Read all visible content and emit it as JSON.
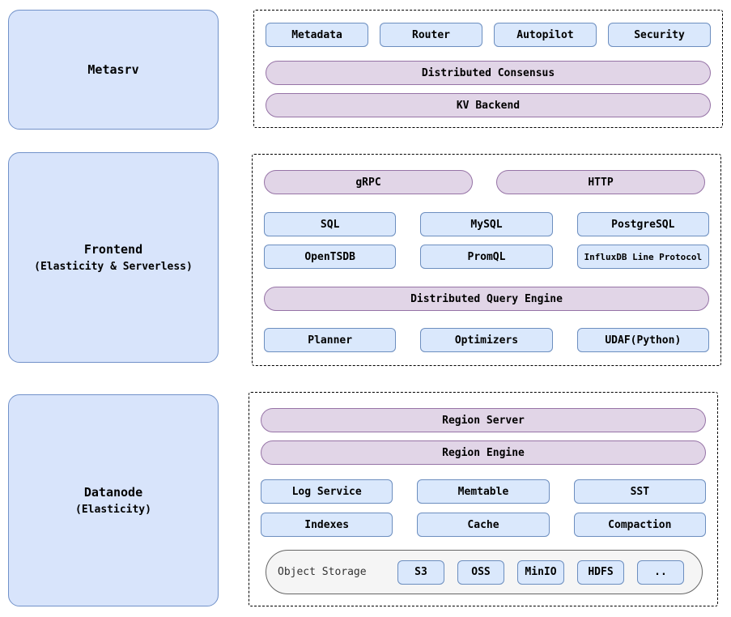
{
  "metasrv": {
    "label": "Metasrv",
    "components": [
      "Metadata",
      "Router",
      "Autopilot",
      "Security"
    ],
    "layers": [
      "Distributed Consensus",
      "KV Backend"
    ]
  },
  "frontend": {
    "label": "Frontend",
    "sublabel": "(Elasticity & Serverless)",
    "api_layers": [
      "gRPC",
      "HTTP"
    ],
    "protocols_row1": [
      "SQL",
      "MySQL",
      "PostgreSQL"
    ],
    "protocols_row2": [
      "OpenTSDB",
      "PromQL",
      "InfluxDB Line Protocol"
    ],
    "engine_layer": "Distributed Query Engine",
    "engine_components": [
      "Planner",
      "Optimizers",
      "UDAF(Python)"
    ]
  },
  "datanode": {
    "label": "Datanode",
    "sublabel": "(Elasticity)",
    "layers": [
      "Region Server",
      "Region Engine"
    ],
    "components_row1": [
      "Log Service",
      "Memtable",
      "SST"
    ],
    "components_row2": [
      "Indexes",
      "Cache",
      "Compaction"
    ],
    "object_storage": {
      "label": "Object Storage",
      "backends": [
        "S3",
        "OSS",
        "MinIO",
        "HDFS",
        ".."
      ]
    }
  },
  "colors": {
    "panel_fill": "#d8e4fb",
    "panel_border": "#7191c9",
    "box_fill": "#dae8fc",
    "box_border": "#6c8ebf",
    "pill_fill": "#e1d5e7",
    "pill_border": "#9673a6",
    "storage_fill": "#f5f5f5",
    "storage_border": "#666666"
  }
}
